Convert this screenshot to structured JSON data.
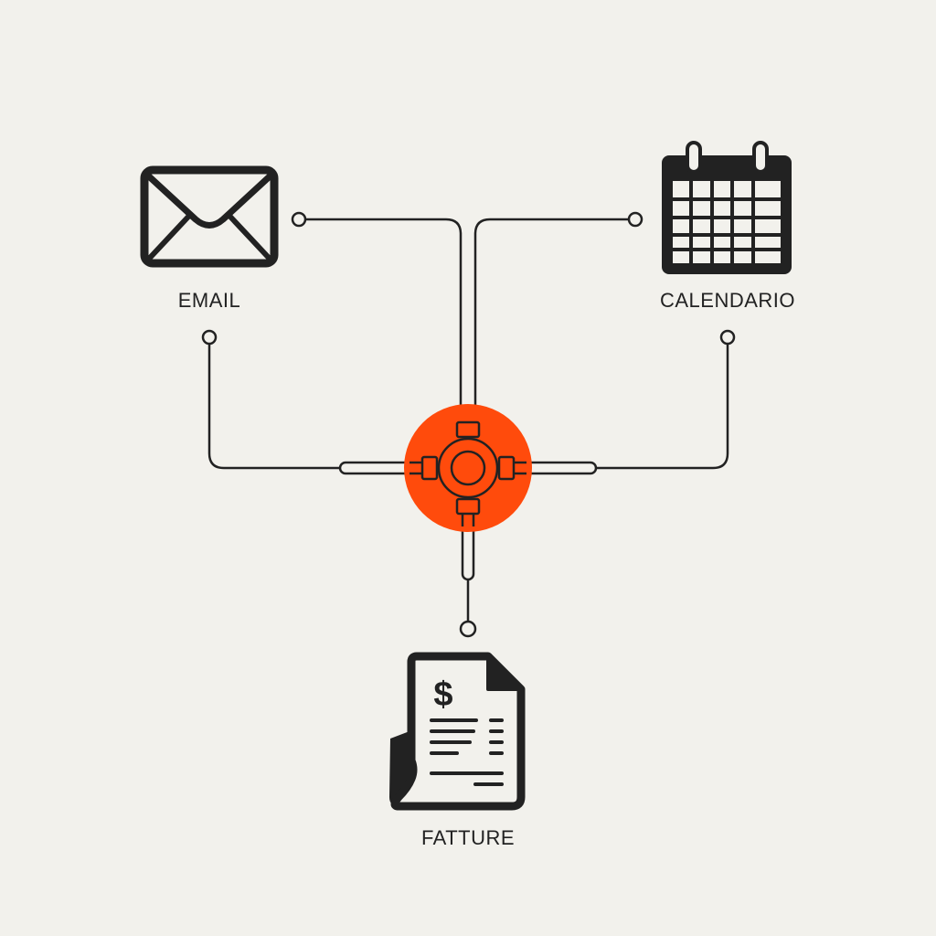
{
  "colors": {
    "background": "#f2f1ec",
    "ink": "#222222",
    "accent": "#ff4b0c"
  },
  "nodes": {
    "email": {
      "label": "EMAIL",
      "icon": "envelope-icon"
    },
    "calendar": {
      "label": "CALENDARIO",
      "icon": "calendar-icon"
    },
    "invoices": {
      "label": "FATTURE",
      "icon": "invoice-icon",
      "currency_symbol": "$"
    }
  },
  "hub": {
    "icon": "hub-connector-icon"
  }
}
